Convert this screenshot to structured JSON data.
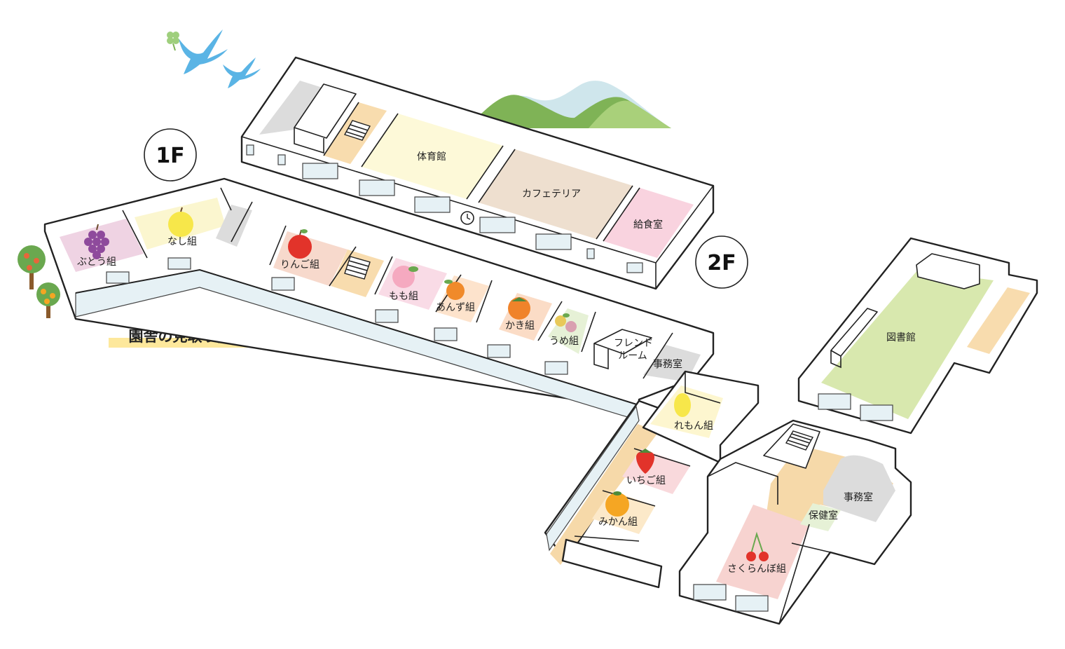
{
  "title": "園舎の見取り図",
  "floors": {
    "first": "1F",
    "second": "2F"
  },
  "colors": {
    "budou": "#efd3e3",
    "nashi": "#fbf6cf",
    "ringo": "#f7d9cc",
    "stairs": "#f8dcae",
    "momo": "#f9dbe6",
    "anzu": "#fde3cc",
    "kaki": "#fbdcc6",
    "ume": "#e6f1d6",
    "gym": "#fdf9d8",
    "cafeteria": "#eedfcf",
    "kitchen": "#f9d3df",
    "library": "#d8e8ae",
    "office": "#dcdcdc",
    "sakuranbo": "#f7d3d0",
    "lemon": "#fdf6cf",
    "ichigo": "#f9d9dc",
    "mikan": "#fce9c9",
    "hall": "#f6d9a9",
    "title_bar": "#fde89c",
    "mountain": "#7fb356",
    "bird": "#5ab4e5"
  },
  "rooms": {
    "budou": "ぶどう組",
    "nashi": "なし組",
    "ringo": "りんご組",
    "momo": "もも組",
    "anzu": "あんず組",
    "kaki": "かき組",
    "ume": "うめ組",
    "friend_room_1": "フレンド",
    "friend_room_2": "ルーム",
    "office_1f": "事務室",
    "lemon": "れもん組",
    "ichigo": "いちご組",
    "mikan": "みかん組",
    "sakuranbo": "さくらんぼ組",
    "health_room": "保健室",
    "office_2f": "事務室",
    "gym": "体育館",
    "cafeteria": "カフェテリア",
    "kitchen": "給食室",
    "library": "図書館"
  },
  "icons": {
    "grape": "grape-icon",
    "pear": "pear-icon",
    "apple": "apple-icon",
    "peach": "peach-icon",
    "apricot": "apricot-icon",
    "persimmon": "persimmon-icon",
    "plum": "plum-icon",
    "lemon": "lemon-icon",
    "strawberry": "strawberry-icon",
    "mandarin": "mandarin-icon",
    "cherry": "cherry-icon",
    "clock": "clock-icon",
    "bird": "bird-icon",
    "tree": "tree-icon",
    "mountain": "mountain-icon"
  }
}
